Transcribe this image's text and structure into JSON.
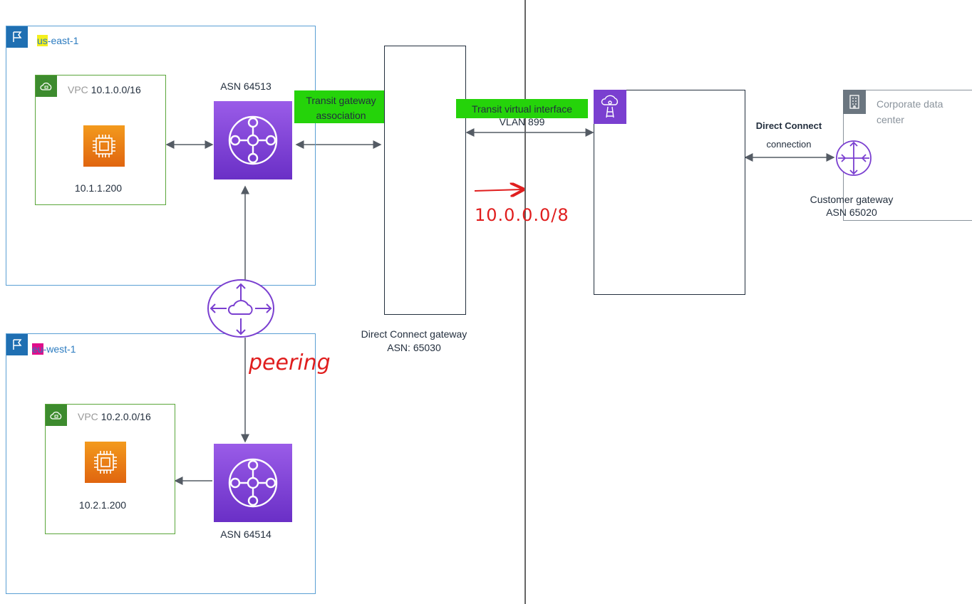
{
  "regions": {
    "us_east": {
      "label_highlight": "us",
      "label_rest": "-east-1"
    },
    "eu_west": {
      "label_highlight": "eu",
      "label_rest": "-west-1"
    }
  },
  "vpcs": {
    "vpc1": {
      "prefix": "VPC",
      "cidr": "10.1.0.0/16",
      "instance_ip": "10.1.1.200"
    },
    "vpc2": {
      "prefix": "VPC",
      "cidr": "10.2.0.0/16",
      "instance_ip": "10.2.1.200"
    }
  },
  "transit_gateways": {
    "tgw1": {
      "asn": "ASN 64513"
    },
    "tgw2": {
      "asn": "ASN 64514"
    }
  },
  "labels": {
    "tgw_assoc_line1": "Transit gateway",
    "tgw_assoc_line2": "association",
    "tvi_line1": "Transit virtual interface",
    "tvi_line2": "VLAN 899",
    "dx_gateway_line1": "Direct Connect gateway",
    "dx_gateway_line2": "ASN: 65030",
    "dx_connection_line1": "Direct Connect",
    "dx_connection_line2": "connection",
    "corp_dc_line1": "Corporate data",
    "corp_dc_line2": "center",
    "cgw_line1": "Customer gateway",
    "cgw_line2": "ASN 65020"
  },
  "annotations": {
    "route": "10.0.0.0/8",
    "peering": "peering"
  },
  "colors": {
    "region_border": "#5a9fd4",
    "vpc_border": "#5aa63a",
    "ec2": "#ed7100",
    "tgw": "#8c4fff",
    "highlight_green": "#25d30a",
    "highlight_yellow": "#f4ef1c",
    "highlight_pink": "#e00d8a",
    "handwriting": "#e01e1e"
  },
  "icons": [
    "region-flag-icon",
    "vpc-cloud-icon",
    "ec2-chip-icon",
    "transit-gateway-icon",
    "peering-icon",
    "direct-connect-location-icon",
    "corporate-building-icon",
    "customer-gateway-icon"
  ]
}
